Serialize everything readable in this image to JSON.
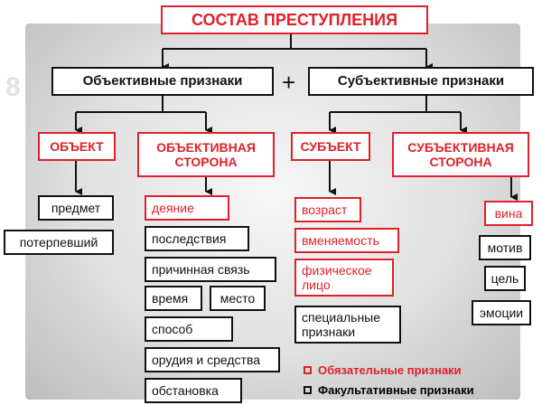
{
  "title": "СОСТАВ ПРЕСТУПЛЕНИЯ",
  "plus": "+",
  "watermark": "8",
  "objective": {
    "header": "Объективные признаки",
    "object": {
      "label": "ОБЪЕКТ",
      "items": [
        "предмет",
        "потерпевший"
      ]
    },
    "side": {
      "label": "ОБЪЕКТИВНАЯ СТОРОНА",
      "items": [
        "деяние",
        "последствия",
        "причинная связь",
        "время",
        "место",
        "способ",
        "орудия и средства",
        "обстановка"
      ]
    }
  },
  "subjective": {
    "header": "Субъективные признаки",
    "subject": {
      "label": "СУБЪЕКТ",
      "items": [
        "возраст",
        "вменяемость",
        "физическое лицо",
        "специальные признаки"
      ]
    },
    "side": {
      "label": "СУБЪЕКТИВНАЯ СТОРОНА",
      "items": [
        "вина",
        "мотив",
        "цель",
        "эмоции"
      ]
    }
  },
  "legend": {
    "required": "Обязательные признаки",
    "optional": "Факультативные признаки"
  },
  "colors": {
    "required": "#e0202a",
    "optional": "#111111"
  }
}
